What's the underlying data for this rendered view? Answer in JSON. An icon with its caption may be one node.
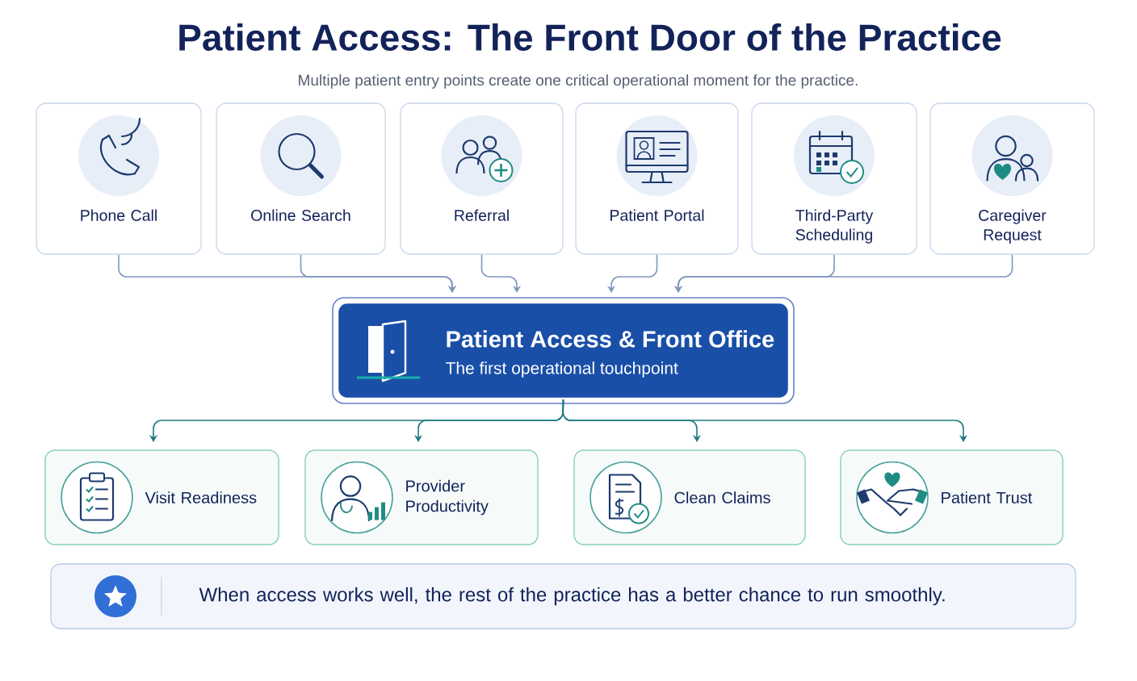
{
  "diagram": {
    "title": "Patient Access: The Front Door of the Practice",
    "nodes": [
      {
        "text": [
          "Phone Call"
        ]
      },
      {
        "text": [
          "Online Search"
        ]
      },
      {
        "text": [
          "Referral"
        ]
      },
      {
        "text": [
          "Patient Portal"
        ]
      },
      {
        "text": [
          "Third-Party Scheduling"
        ]
      },
      {
        "text": [
          "Caregiver Request"
        ]
      },
      {
        "text": [
          "Patient Access & Front Office",
          "The first operational touchpoint"
        ]
      },
      {
        "text": [
          "Visit Readiness"
        ]
      },
      {
        "text": [
          "Provider Productivity"
        ]
      },
      {
        "text": [
          "Clean Claims"
        ]
      },
      {
        "text": [
          "Patient Trust"
        ]
      },
      {
        "text": [
          "When access works well, the rest of the practice has a better chance to run smoothly."
        ]
      }
    ],
    "edges": [
      {
        "from": 0,
        "to": 6,
        "arrow": "to"
      },
      {
        "from": 1,
        "to": 6,
        "arrow": "to"
      },
      {
        "from": 2,
        "to": 6,
        "arrow": "to"
      },
      {
        "from": 3,
        "to": 6,
        "arrow": "to"
      },
      {
        "from": 4,
        "to": 6,
        "arrow": "to"
      },
      {
        "from": 5,
        "to": 6,
        "arrow": "to"
      },
      {
        "from": 6,
        "to": 7,
        "arrow": "to",
        "color": "#1f7a80"
      },
      {
        "from": 6,
        "to": 8,
        "arrow": "to",
        "color": "#1f7a80"
      },
      {
        "from": 6,
        "to": 9,
        "arrow": "to",
        "color": "#1f7a80"
      },
      {
        "from": 6,
        "to": 10,
        "arrow": "to",
        "color": "#1f7a80"
      }
    ],
    "labels": [
      "Multiple patient entry points create one critical operational moment for the practice."
    ]
  }
}
